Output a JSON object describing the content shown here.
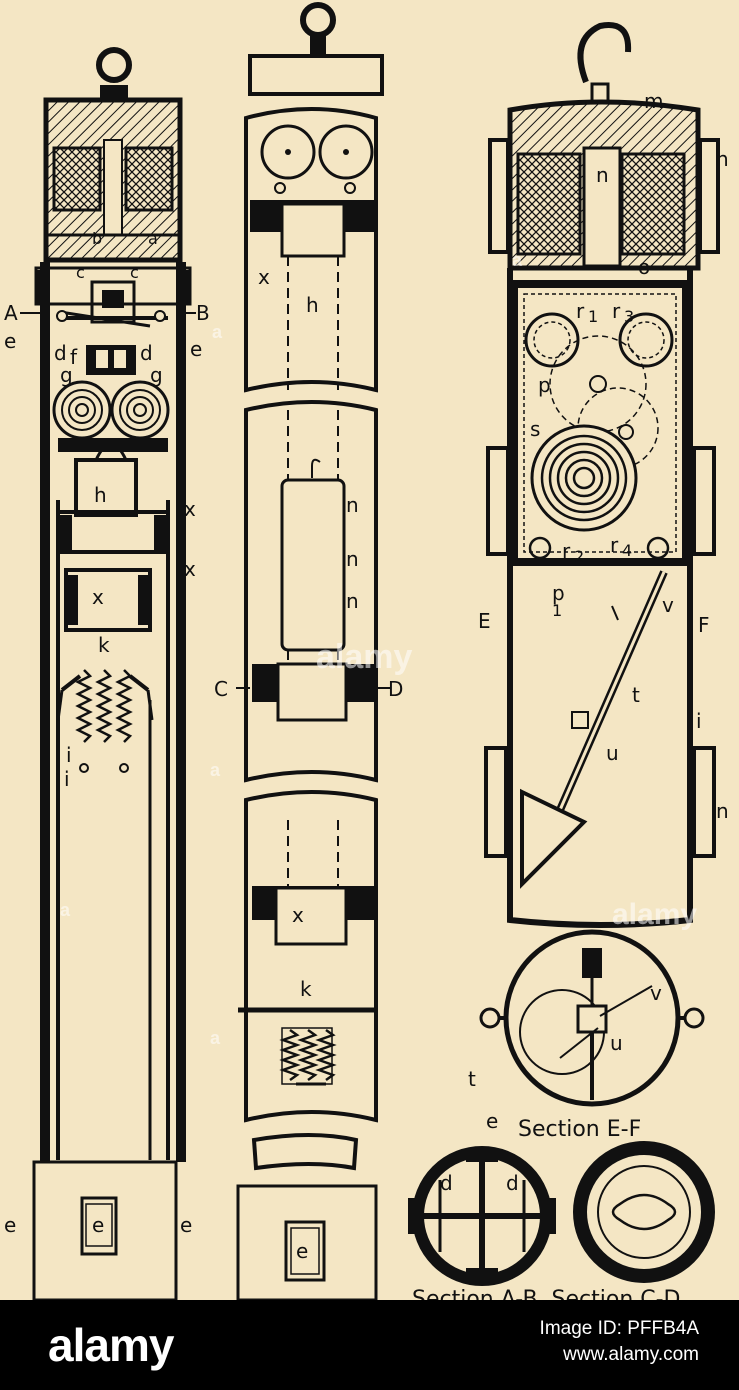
{
  "labels": {
    "fig1": {
      "A": "A",
      "B": "B",
      "a": "a",
      "b": "b",
      "c1": "c",
      "c2": "c",
      "d1": "d",
      "d2": "d",
      "e1": "e",
      "e2": "e",
      "f": "f",
      "g1": "g",
      "g2": "g",
      "h": "h",
      "x1": "x",
      "x2": "x",
      "x3": "x",
      "k": "k",
      "i1": "i",
      "i2": "i",
      "e3": "e",
      "e4": "e",
      "e5": "e"
    },
    "fig2": {
      "x1": "x",
      "h": "h",
      "n1": "n",
      "n2": "n",
      "n3": "n",
      "C": "C",
      "D": "D",
      "x2": "x",
      "k": "k",
      "e": "e"
    },
    "fig3": {
      "m": "m",
      "n1": "n",
      "n2": "n",
      "o": "o",
      "r1": "r",
      "r1sub": "1",
      "r3": "r",
      "r3sub": "3",
      "p1": "p",
      "s": "s",
      "r2": "r",
      "r2sub": "2",
      "r4": "r",
      "r4sub": "4",
      "p2": "p",
      "p2sub": "1",
      "v": "v",
      "E": "E",
      "F": "F",
      "t": "t",
      "i": "i",
      "u": "u",
      "n3": "n"
    },
    "sectionEF": {
      "v": "v",
      "u": "u",
      "t": "t",
      "caption": "Section E-F"
    },
    "sectionAB": {
      "e": "e",
      "d1": "d",
      "d2": "d",
      "caption": "Section A-B, Section C-D"
    }
  },
  "watermarks": {
    "main": "alamy",
    "small": "a"
  },
  "footer": {
    "brand": "alamy",
    "image_id": "Image ID: PFFB4A",
    "site": "www.alamy.com"
  }
}
